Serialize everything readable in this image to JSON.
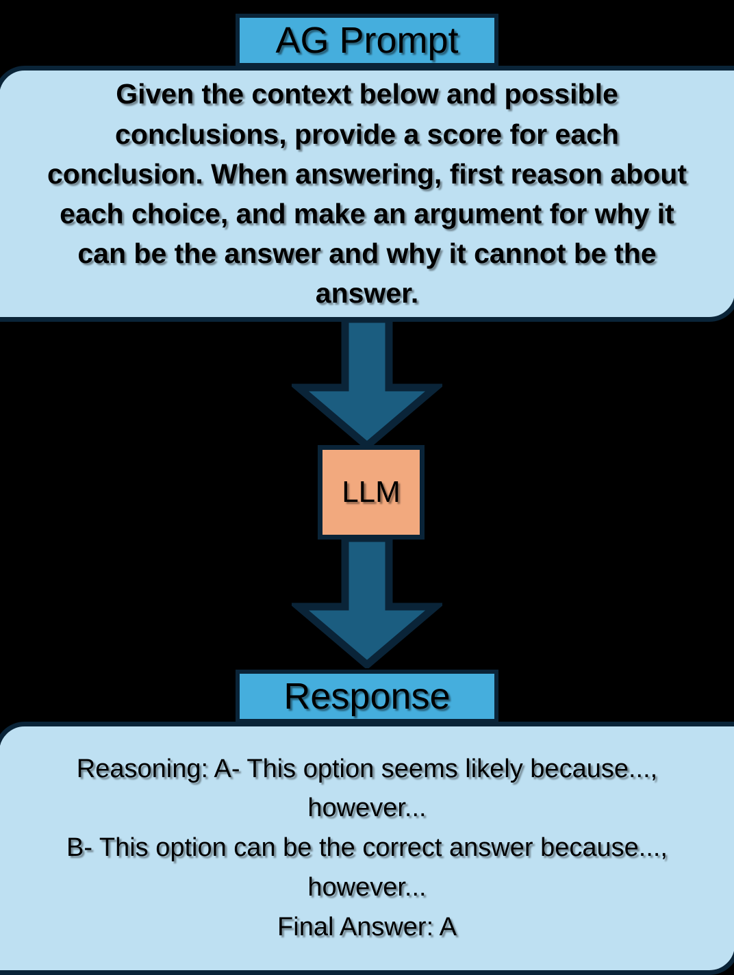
{
  "diagram": {
    "title": "AG Prompt to LLM Response flow",
    "background_color": "#000000",
    "colors": {
      "header_blue": "#45AEDD",
      "body_light_blue": "#BEE0F2",
      "border_navy": "#0A2438",
      "arrow_teal": "#1B5D80",
      "llm_salmon": "#F2A97E",
      "text_black": "#000000"
    },
    "nodes": {
      "prompt": {
        "header_label": "AG Prompt",
        "body_text": "Given the context below and possible conclusions, provide a score for each conclusion. When answering, first reason about each choice, and make an argument for why it can be the answer and why it cannot be the answer."
      },
      "llm": {
        "label": "LLM"
      },
      "response": {
        "header_label": "Response",
        "body_text": "Reasoning: A- This option seems likely because..., however...\nB- This option can be the correct answer because..., however...\nFinal Answer: A"
      }
    },
    "arrows": [
      {
        "name": "prompt-to-llm",
        "direction": "down",
        "from": "prompt",
        "to": "llm"
      },
      {
        "name": "llm-to-response",
        "direction": "down",
        "from": "llm",
        "to": "response"
      }
    ]
  }
}
